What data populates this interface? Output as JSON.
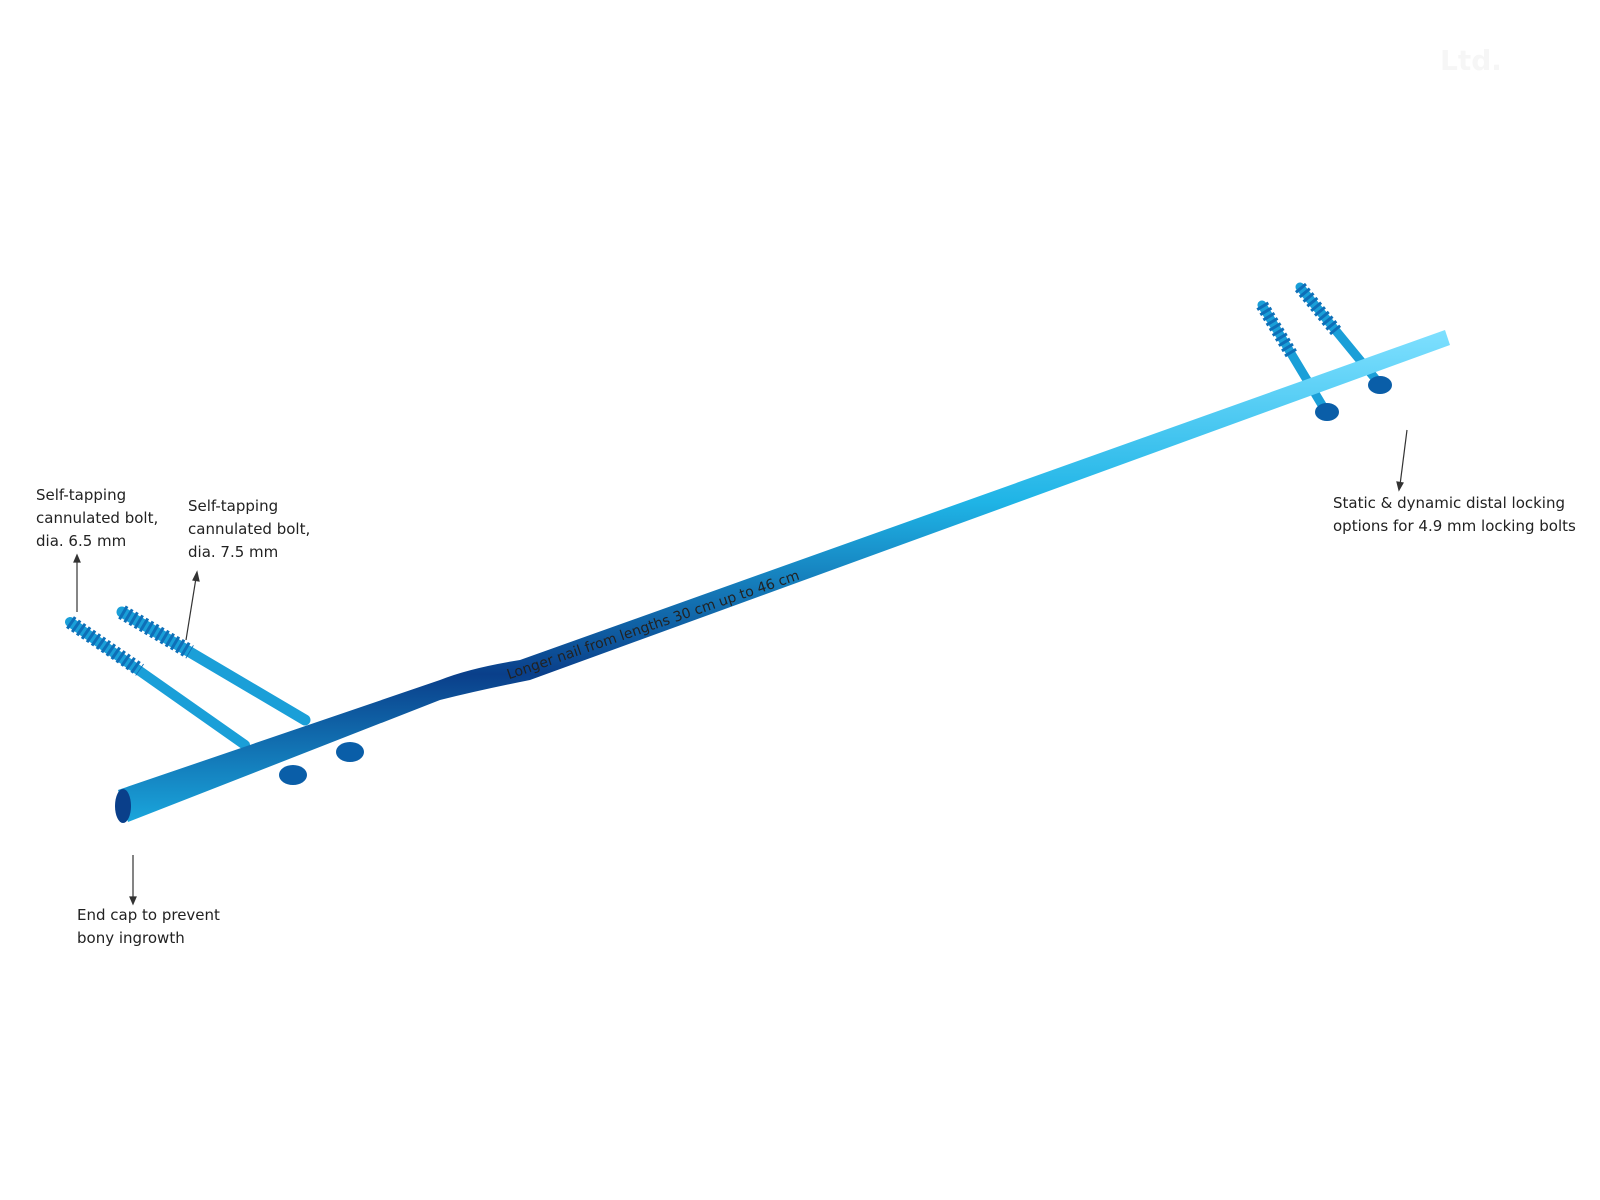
{
  "watermark": "Ltd.",
  "labels": {
    "bolt_65": [
      "Self-tapping",
      "cannulated bolt,",
      "dia. 6.5 mm"
    ],
    "bolt_75": [
      "Self-tapping",
      "cannulated bolt,",
      "dia. 7.5 mm"
    ],
    "distal": [
      "Static & dynamic distal locking",
      "options for 4.9 mm locking bolts"
    ],
    "end_cap": [
      "End cap to prevent",
      "bony ingrowth"
    ],
    "nail_length": "Longer nail from lengths 30 cm up to 46 cm"
  },
  "colors": {
    "nail": "#1fb4e6",
    "nail_dark": "#0a3f8a",
    "text": "#222222"
  }
}
